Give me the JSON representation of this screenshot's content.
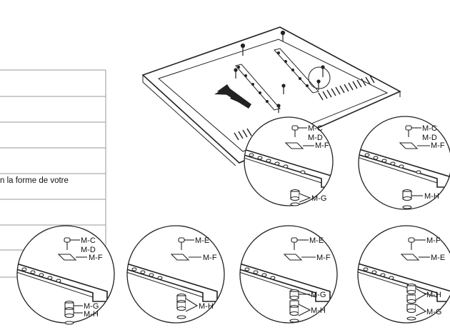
{
  "text_fragment": "n la forme de votre",
  "panels": {
    "p1": {
      "labels": [
        "M-C",
        "M-D",
        "M-F",
        "M-G"
      ]
    },
    "p2": {
      "labels": [
        "M-C",
        "M-D",
        "M-F",
        "M-H"
      ]
    },
    "p3": {
      "labels": [
        "M-C",
        "M-D",
        "M-F",
        "M-G",
        "M-H"
      ]
    },
    "p4": {
      "labels": [
        "M-E",
        "M-F",
        "M-H"
      ]
    },
    "p5": {
      "labels": [
        "M-E",
        "M-F",
        "M-G",
        "M-H"
      ]
    },
    "p6": {
      "labels": [
        "M-F",
        "M-E",
        "M-H",
        "M-G"
      ]
    }
  }
}
